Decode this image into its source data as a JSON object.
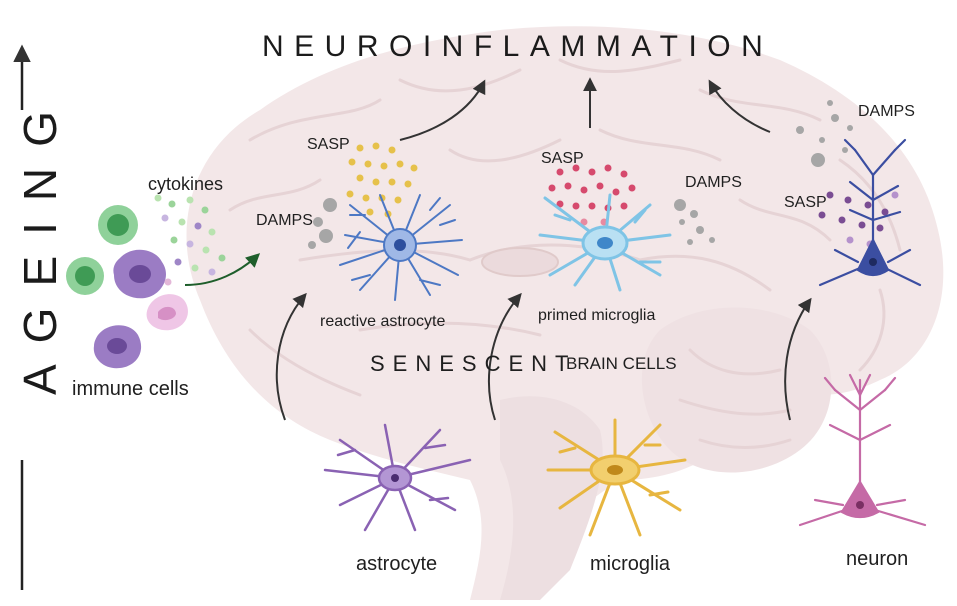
{
  "title": "NEUROINFLAMMATION",
  "side_label": "AGEING",
  "labels": {
    "cytokines": "cytokines",
    "immune_cells": "immune cells",
    "sasp_astro": "SASP",
    "damps_astro": "DAMPS",
    "reactive_astrocyte": "reactive astrocyte",
    "sasp_micro": "SASP",
    "damps_micro": "DAMPS",
    "primed_microglia": "primed microglia",
    "damps_neuron": "DAMPS",
    "sasp_neuron": "SASP",
    "senescent_spaced": "SENESCENT",
    "brain_cells": "BRAIN CELLS",
    "astrocyte": "astrocyte",
    "microglia": "microglia",
    "neuron": "neuron"
  },
  "colors": {
    "brain": "#f3e7e8",
    "brain_fold": "#e8d6d8",
    "immune_green": "#5db56f",
    "immune_purple": "#8a68b4",
    "immune_pink": "#e3a7d4",
    "astrocyte": "#8a62b3",
    "reactive_astrocyte": "#4d78c4",
    "microglia": "#e7b640",
    "primed_microglia": "#7fc4e6",
    "neuron": "#c56aa6",
    "senescent_neuron": "#3b4ea1",
    "sasp_yellow": "#e6c14b",
    "sasp_red": "#d64a6d",
    "sasp_purple": "#7a4d93",
    "damps_grey": "#a6a6a6",
    "arrow": "#333333",
    "arrow_green": "#1e5e2b"
  }
}
